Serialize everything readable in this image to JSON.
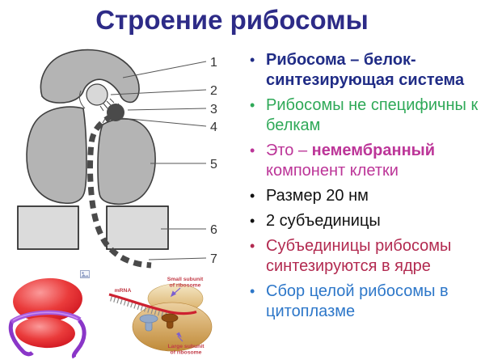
{
  "slide": {
    "title": "Строение рибосомы",
    "title_color": "#2d2b87",
    "background": "#ffffff"
  },
  "bullets": {
    "marker": "•",
    "items": [
      {
        "text": "Рибосома – белок-синтезирующая система",
        "color": "#202c86"
      },
      {
        "text": "Рибосомы не специфичны к белкам",
        "color": "#2fa958"
      },
      {
        "prefix": "Это – ",
        "bold": "немембранный",
        "suffix": " компонент клетки",
        "color": "#bc3598"
      },
      {
        "text": "Размер 20 нм",
        "color": "#111111"
      },
      {
        "text": "2 субъединицы",
        "color": "#111111"
      },
      {
        "text": "Субъединицы рибосомы синтезируются в ядре",
        "color": "#b22a50"
      },
      {
        "text": "Сбор целой рибосомы в цитоплазме",
        "color": "#2d77c9"
      }
    ]
  },
  "diagram": {
    "numbers": [
      "1",
      "2",
      "3",
      "4",
      "5",
      "6",
      "7"
    ],
    "number_color": "#333333",
    "colors": {
      "subunit_fill": "#b4b4b4",
      "subunit_stroke": "#3f3f3f",
      "membrane_fill": "#dbdbdb",
      "membrane_stroke": "#1c1c1c",
      "chain": "#4a4a4a",
      "light_circle_fill": "#d8d8d8"
    }
  },
  "insets": {
    "red_ribosome": {
      "body_color": "#e02a2a",
      "ribbon_color": "#8a36c8"
    },
    "labeled_ribosome": {
      "mrna_label": "mRNA",
      "small_subunit_label_line1": "Small subunit",
      "small_subunit_label_line2": "of ribosome",
      "large_subunit_label_line1": "Large subunit",
      "large_subunit_label_line2": "of ribosome",
      "label_color": "#c23b47",
      "body_color": "#d8a55e",
      "mrna_color": "#cd2130"
    }
  }
}
